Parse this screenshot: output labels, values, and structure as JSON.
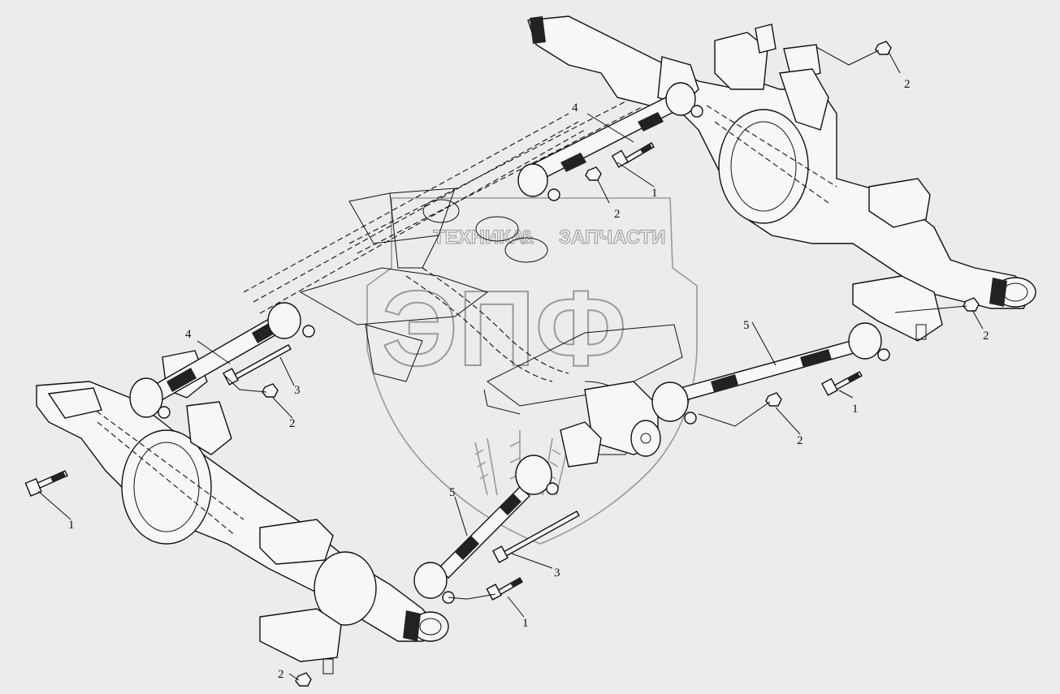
{
  "watermark": {
    "left_text": "ТЕХНИКА",
    "ampersand": "&",
    "right_text": "ЗАПЧАСТИ",
    "logo": "ЭПФ"
  },
  "callouts": [
    {
      "label": "4"
    },
    {
      "label": "2"
    },
    {
      "label": "1"
    },
    {
      "label": "2"
    },
    {
      "label": "4"
    },
    {
      "label": "3"
    },
    {
      "label": "2"
    },
    {
      "label": "1"
    },
    {
      "label": "5"
    },
    {
      "label": "2"
    },
    {
      "label": "1"
    },
    {
      "label": "2"
    },
    {
      "label": "5"
    },
    {
      "label": "3"
    },
    {
      "label": "1"
    },
    {
      "label": "2"
    }
  ]
}
